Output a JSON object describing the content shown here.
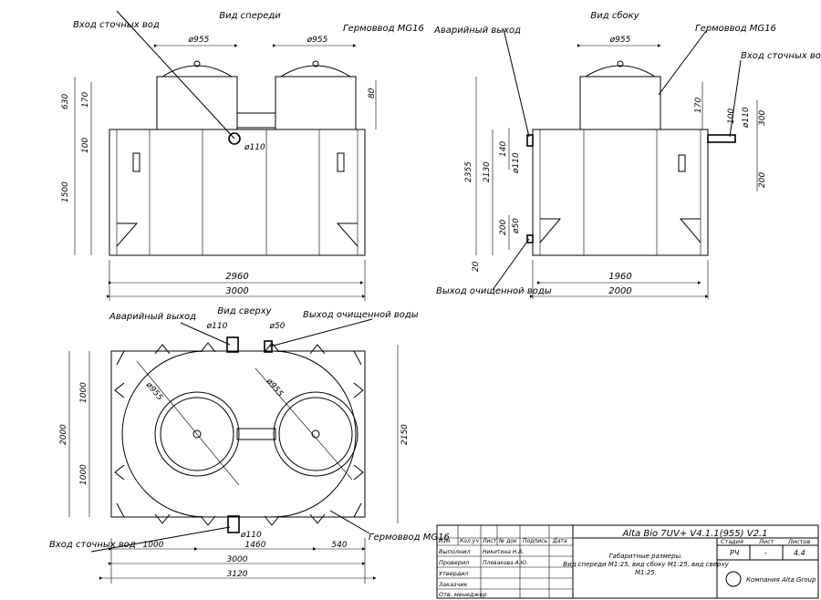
{
  "views": {
    "front": "Вид спереди",
    "side": "Вид сбоку",
    "top": "Вид сверху"
  },
  "callouts": {
    "inlet": "Вход сточных вод",
    "cable_gland": "Гермоввод MG16",
    "emergency_outlet": "Аварийный выход",
    "treated_outlet": "Выход очищенной воды"
  },
  "dimensions": {
    "front": {
      "lid_d1": "ø955",
      "lid_d2": "ø955",
      "pipe": "ø110",
      "h630": "630",
      "h170": "170",
      "h80": "80",
      "h100": "100",
      "h1500": "1500",
      "w2960": "2960",
      "w3000": "3000"
    },
    "side": {
      "lid_d": "ø955",
      "pipe_out": "ø110",
      "pipe_in": "ø110",
      "pipe_treated": "ø50",
      "h2355": "2355",
      "h2130": "2130",
      "h140": "140",
      "h200a": "200",
      "h20": "20",
      "h170": "170",
      "h100": "100",
      "h300": "300",
      "h200b": "200",
      "w1960": "1960",
      "w2000": "2000"
    },
    "top": {
      "d110a": "ø110",
      "d50": "ø50",
      "d955a": "ø955",
      "d955b": "ø955",
      "d110b": "ø110",
      "h1000a": "1000",
      "h1000b": "1000",
      "h2000": "2000",
      "h2150": "2150",
      "w1000": "1000",
      "w1460": "1460",
      "w540": "540",
      "w3000": "3000",
      "w3120": "3120"
    }
  },
  "title_block": {
    "title": "Alta Bio 7UV+ V4.1.1(955) V2.1",
    "header": [
      "Изм.",
      "Кол.уч",
      "Лист",
      "№ док",
      "Подпись",
      "Дата"
    ],
    "roles": [
      {
        "role": "Выполнил",
        "name": "Никитина Н.А."
      },
      {
        "role": "Проверил",
        "name": "Плевакова А.Ю."
      },
      {
        "role": "Утвердил",
        "name": ""
      },
      {
        "role": "Заказчик",
        "name": ""
      },
      {
        "role": "Отв. менеджер",
        "name": ""
      }
    ],
    "description": [
      "Габаритные размеры.",
      "Вид спереди М1:25, вид сбоку М1:25, вид сверху",
      "М1:25."
    ],
    "stage_label": "Стадия",
    "sheet_label": "Лист",
    "sheets_label": "Листов",
    "stage": "РЧ",
    "sheet": "-",
    "sheets": "4.4",
    "company": "Компания Alta Group"
  }
}
